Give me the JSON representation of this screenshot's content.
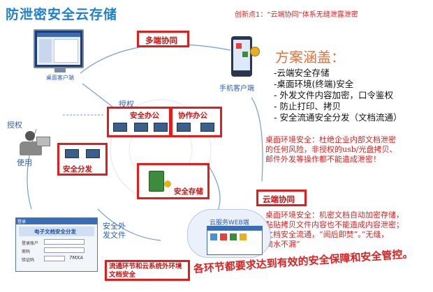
{
  "page": {
    "title": "防泄密安全云存储",
    "innovation": "创新点1：“云端协同”体系无缝泄露泄密"
  },
  "scope": {
    "title": "方案涵盖：",
    "items": [
      "-云端安全存储",
      "-桌面环境(终端)安全",
      "- 外发文件内容加密，口令鉴权",
      "- 防止打印、拷贝",
      "- 安全流通安全分发（文档流通）"
    ]
  },
  "notes": {
    "desktop1": [
      "桌面环境安全：杜绝企业内部文档泄密",
      "的任何风险，非授权的usb/光盘拷贝、",
      "邮件外发等操作都不能造成泄密！"
    ],
    "desktop2": [
      "桌面环境安全：机密文档自动加密存储，",
      "黏贴拷贝文件内容也不能造成内容泄密；",
      "文档安全流通，“阅后即焚”。”无缝，",
      "滴水不漏”"
    ]
  },
  "labels": {
    "multi_sync": "多端协同",
    "desktop_client": "桌面客户端",
    "mobile_client": "手机客户端",
    "authorize_top": "授权",
    "authorize_left": "授权",
    "use": "使用",
    "secure_office": "安全办公",
    "collab_office": "协作办公",
    "secure_distribution": "安全分发",
    "secure_storage": "安全存储",
    "cloud_sync": "云端协同",
    "secure_outbound": "安全外\n发文件",
    "circulation": "流通环节和云系统外环境\n文档安全",
    "cloud_web": "云服务WEB端",
    "bottom_message": "各环节都要求达到有效的安全保障和安全管控。"
  },
  "dialog": {
    "title": "登录",
    "banner": "电子文档安全分发",
    "field1": "登录账户",
    "field2": "密码",
    "field3": "验证码",
    "code": "7MXA"
  },
  "colors": {
    "title": "#1f7fd0",
    "accent_red": "#e02020",
    "box_red": "#e41c1c",
    "label_blue": "#2b5fb8",
    "scope_title": "#e8703a"
  },
  "icons": [
    "desktop-computer-icon",
    "mobile-phone-icon",
    "server-icon",
    "laptop-icon",
    "cloud-icon",
    "user-icon"
  ]
}
